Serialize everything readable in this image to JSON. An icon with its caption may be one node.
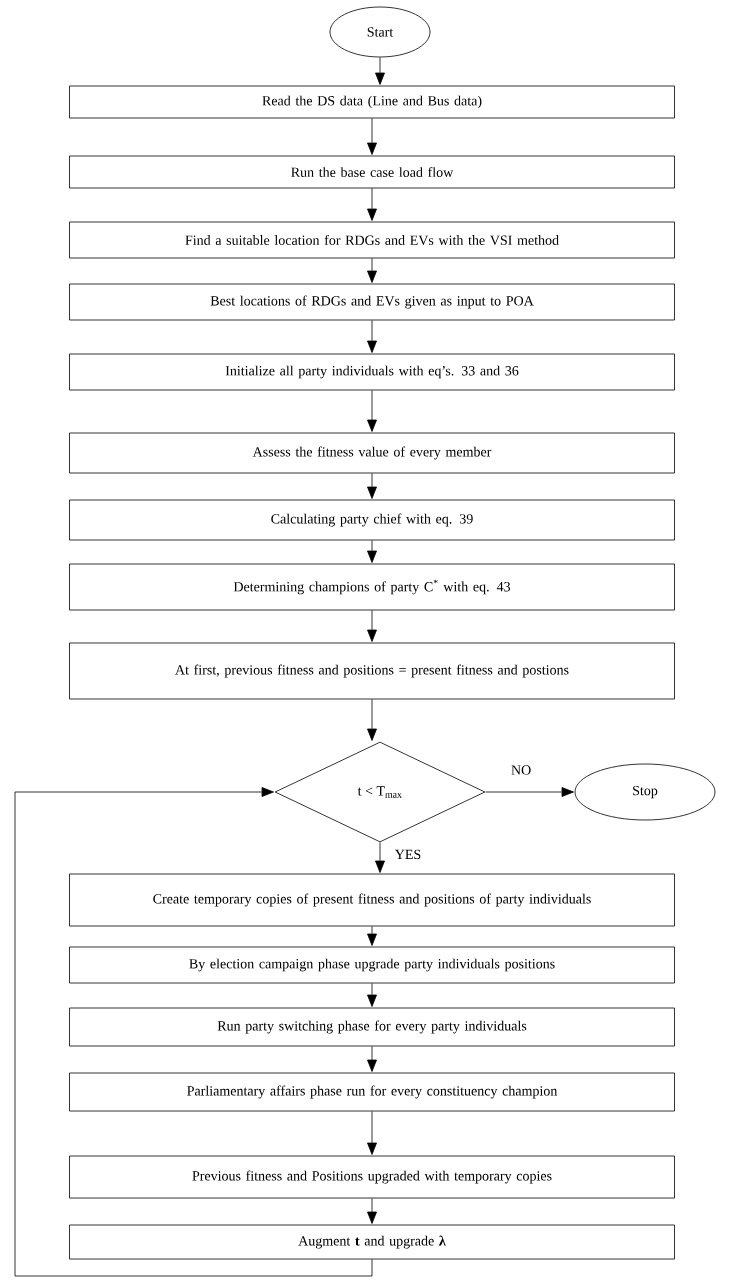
{
  "diagram": {
    "nodes": [
      {
        "text": [
          "Start"
        ]
      },
      {
        "text": [
          "Read the DS data (Line and Bus data)"
        ]
      },
      {
        "text": [
          "Run the base case load flow"
        ]
      },
      {
        "text": [
          "Find a suitable location for RDGs and EVs with the VSI method"
        ]
      },
      {
        "text": [
          "Best locations of RDGs and EVs given as input to POA"
        ]
      },
      {
        "text": [
          "Initialize all party individuals with eq’s. 33 and 36"
        ]
      },
      {
        "text": [
          "Assess the fitness value of every member"
        ]
      },
      {
        "text": [
          "Calculating party chief with eq. 39"
        ]
      },
      {
        "text": [
          "Determining champions of party C$^{*}$ with eq. 43"
        ]
      },
      {
        "text": [
          "At first, previous fitness and positions = present fitness and postions"
        ]
      },
      {
        "text": [
          "t < T$_{max}$"
        ]
      },
      {
        "text": [
          "Stop"
        ]
      },
      {
        "text": [
          "Create temporary copies of present fitness and positions of party individuals"
        ]
      },
      {
        "text": [
          "By election campaign phase upgrade party individuals positions"
        ]
      },
      {
        "text": [
          "Run party switching phase for every party individuals"
        ]
      },
      {
        "text": [
          "Parliamentary affairs phase run for every constituency champion"
        ]
      },
      {
        "text": [
          "Previous fitness and Positions upgraded with temporary copies"
        ]
      },
      {
        "text": [
          "Augment **t** and upgrade **λ**"
        ]
      }
    ],
    "edges": [
      {
        "from": 0,
        "to": 1,
        "arrow": "to"
      },
      {
        "from": 1,
        "to": 2,
        "arrow": "to"
      },
      {
        "from": 2,
        "to": 3,
        "arrow": "to"
      },
      {
        "from": 3,
        "to": 4,
        "arrow": "to"
      },
      {
        "from": 4,
        "to": 5,
        "arrow": "to"
      },
      {
        "from": 5,
        "to": 6,
        "arrow": "to"
      },
      {
        "from": 6,
        "to": 7,
        "arrow": "to"
      },
      {
        "from": 7,
        "to": 8,
        "arrow": "to"
      },
      {
        "from": 8,
        "to": 9,
        "arrow": "to"
      },
      {
        "from": 9,
        "to": 10,
        "arrow": "to"
      },
      {
        "from": 10,
        "to": 11,
        "arrow": "to",
        "label": "NO"
      },
      {
        "from": 10,
        "to": 12,
        "arrow": "to",
        "label": "YES"
      },
      {
        "from": 12,
        "to": 13,
        "arrow": "to"
      },
      {
        "from": 13,
        "to": 14,
        "arrow": "to"
      },
      {
        "from": 14,
        "to": 15,
        "arrow": "to"
      },
      {
        "from": 15,
        "to": 16,
        "arrow": "to"
      },
      {
        "from": 16,
        "to": 17,
        "arrow": "to"
      },
      {
        "from": 17,
        "to": 10,
        "arrow": "to"
      }
    ]
  }
}
